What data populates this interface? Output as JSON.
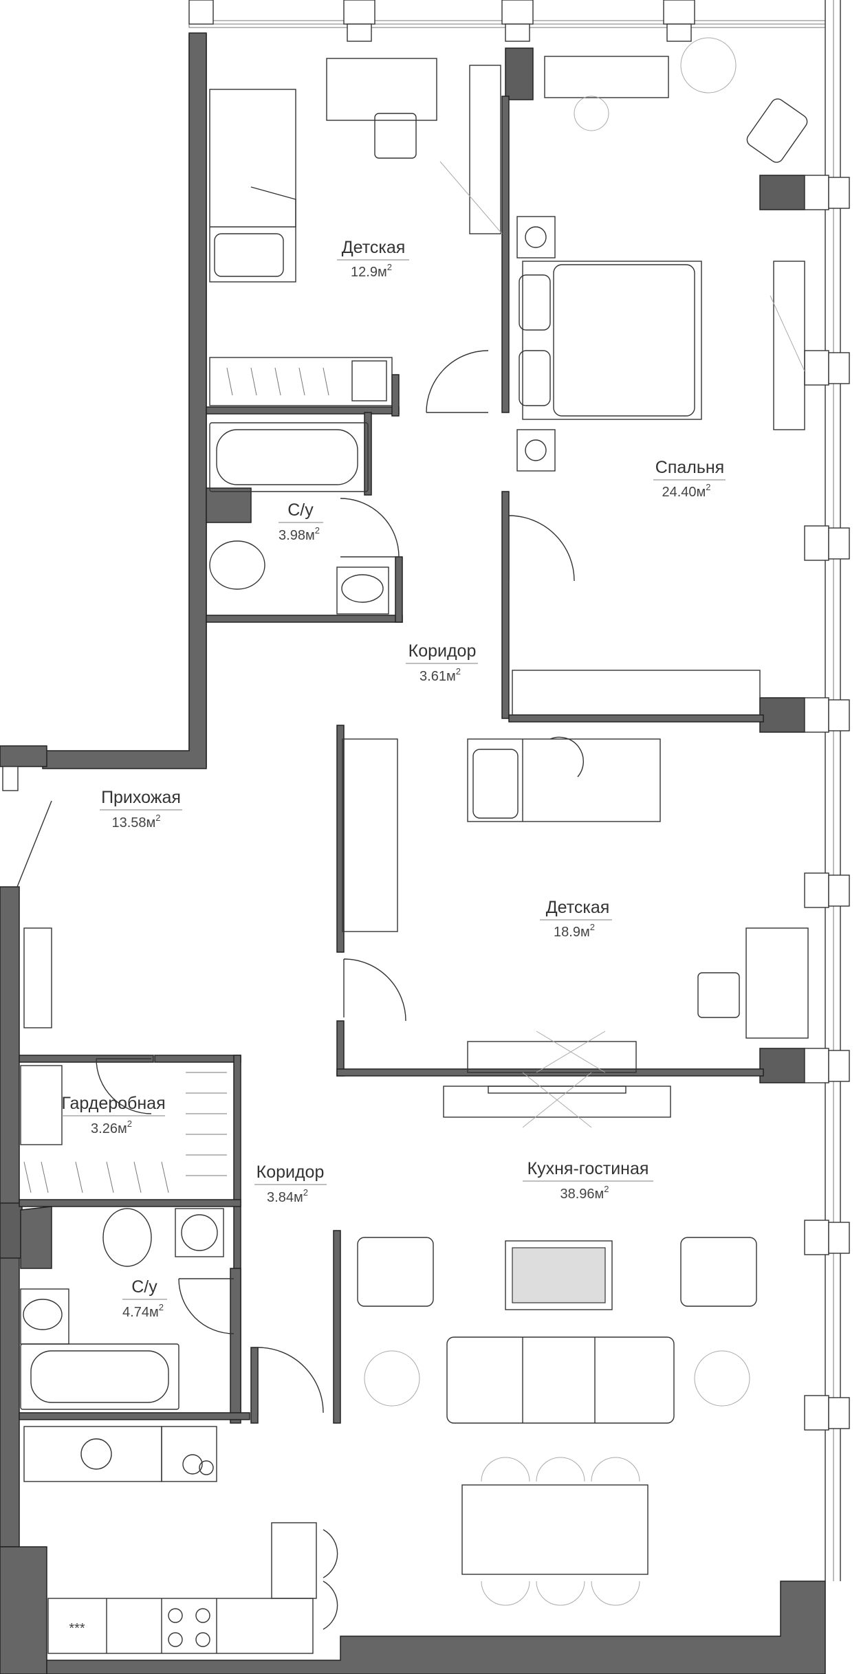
{
  "plan": {
    "rooms": [
      {
        "id": "kids1",
        "name": "Детская",
        "area": "12.9м",
        "sup": "2"
      },
      {
        "id": "bedroom",
        "name": "Спальня",
        "area": "24.40м",
        "sup": "2"
      },
      {
        "id": "bath1",
        "name": "С/у",
        "area": "3.98м",
        "sup": "2"
      },
      {
        "id": "corridor1",
        "name": "Коридор",
        "area": "3.61м",
        "sup": "2"
      },
      {
        "id": "hall",
        "name": "Прихожая",
        "area": "13.58м",
        "sup": "2"
      },
      {
        "id": "kids2",
        "name": "Детская",
        "area": "18.9м",
        "sup": "2"
      },
      {
        "id": "wardrobe",
        "name": "Гардеробная",
        "area": "3.26м",
        "sup": "2"
      },
      {
        "id": "corridor2",
        "name": "Коридор",
        "area": "3.84м",
        "sup": "2"
      },
      {
        "id": "bath2",
        "name": "С/у",
        "area": "4.74м",
        "sup": "2"
      },
      {
        "id": "living",
        "name": "Кухня-гостиная",
        "area": "38.96м",
        "sup": "2"
      }
    ],
    "stove_label": "***",
    "colors": {
      "wall": "#666666",
      "line": "#333333",
      "background": "#ffffff"
    }
  }
}
